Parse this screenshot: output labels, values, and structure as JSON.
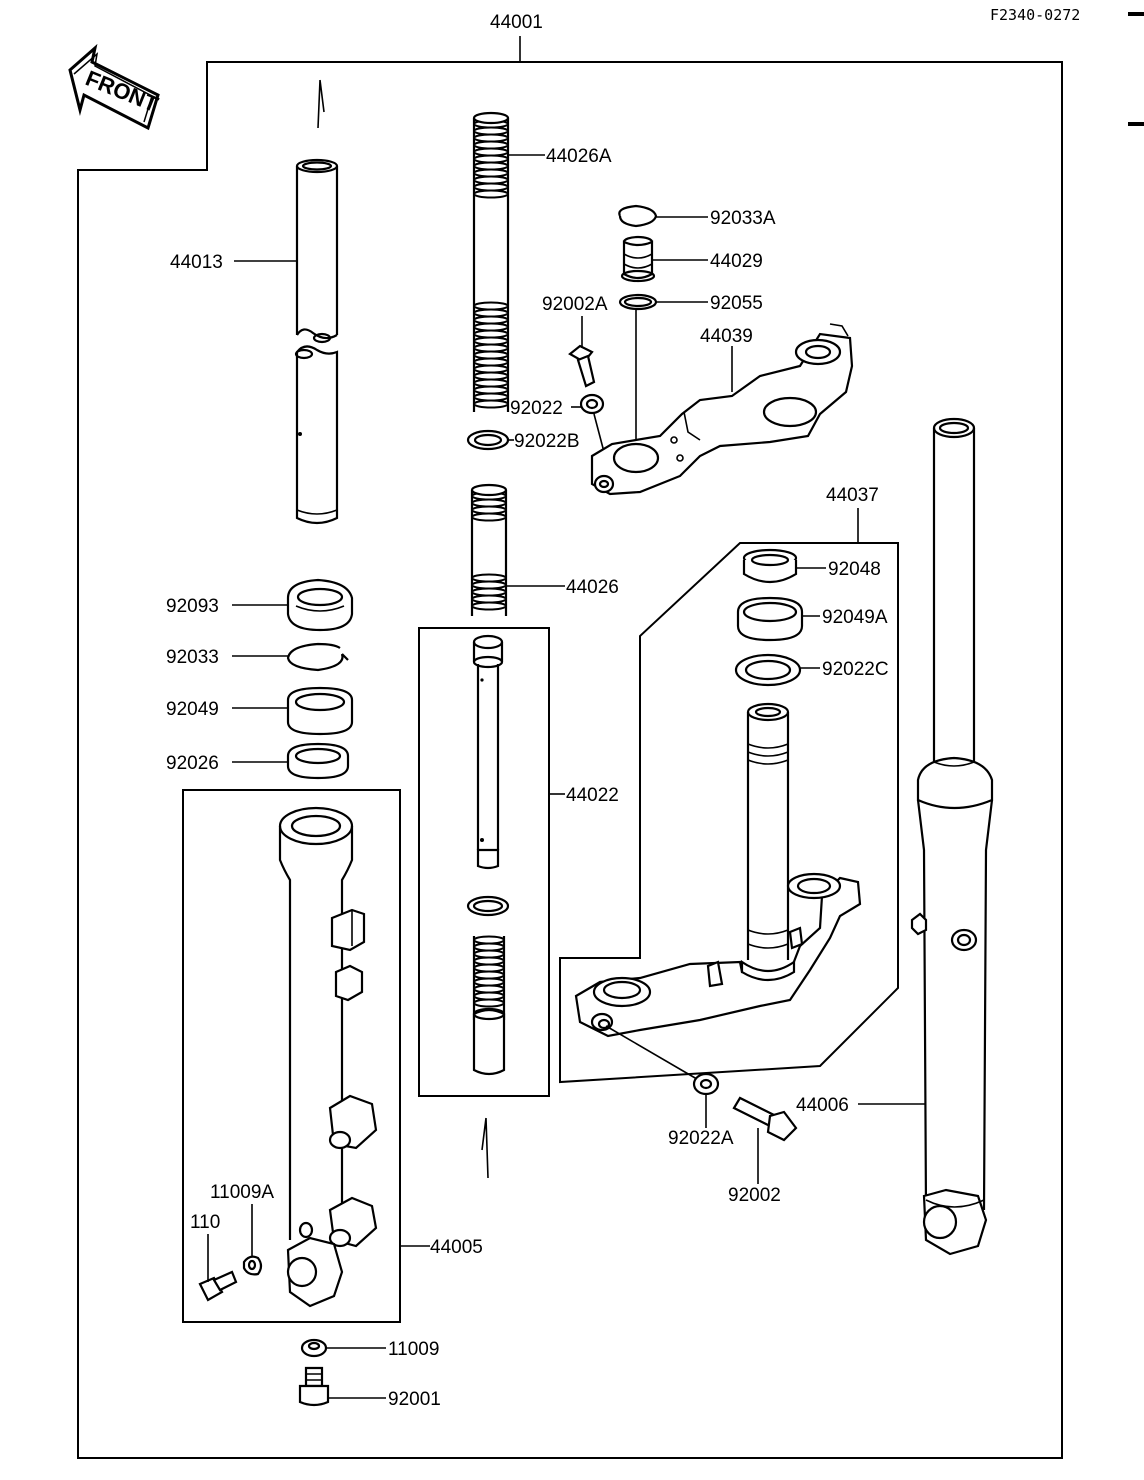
{
  "diagram": {
    "code": "F2340-0272",
    "front_label": "FRONT",
    "labels": {
      "l44001": "44001",
      "l44026A": "44026A",
      "l92033A": "92033A",
      "l44029": "44029",
      "l92002A": "92002A",
      "l92055": "92055",
      "l44039": "44039",
      "l44013": "44013",
      "l92022": "92022",
      "l92022B": "92022B",
      "l44037": "44037",
      "l92048": "92048",
      "l44026": "44026",
      "l92049A": "92049A",
      "l92093": "92093",
      "l92033": "92033",
      "l92022C": "92022C",
      "l92049": "92049",
      "l92026": "92026",
      "l44022": "44022",
      "l44006": "44006",
      "l92022A": "92022A",
      "l92002": "92002",
      "l11009A": "11009A",
      "l110": "110",
      "l44005": "44005",
      "l11009": "11009",
      "l92001": "92001"
    }
  }
}
